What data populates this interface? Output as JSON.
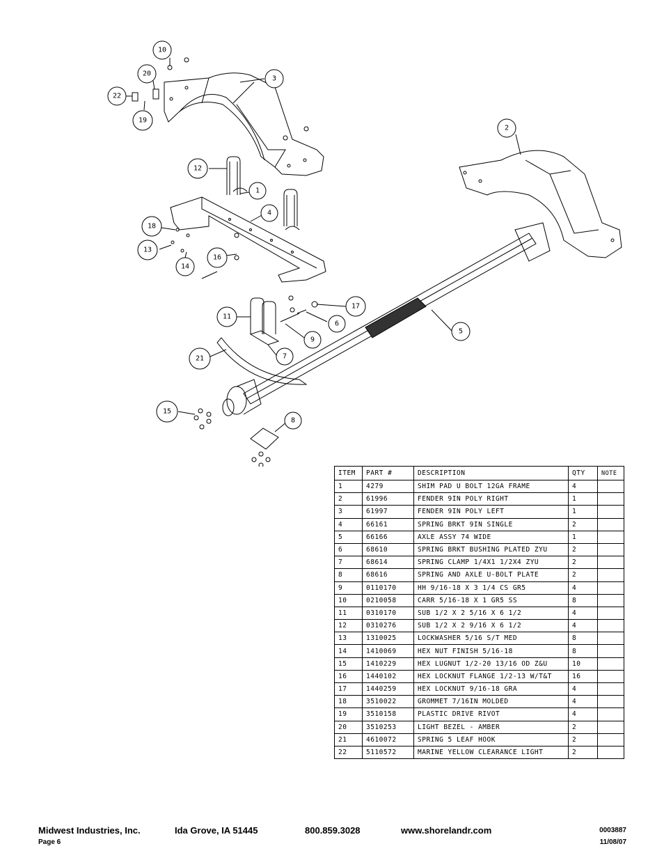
{
  "diagram": {
    "callouts": [
      "10",
      "20",
      "22",
      "19",
      "3",
      "2",
      "12",
      "1",
      "4",
      "18",
      "13",
      "14",
      "16",
      "11",
      "17",
      "6",
      "9",
      "5",
      "21",
      "7",
      "15",
      "8"
    ]
  },
  "table": {
    "headers": [
      "ITEM",
      "PART #",
      "DESCRIPTION",
      "QTY",
      "NOTE"
    ],
    "rows": [
      [
        "1",
        "4279",
        "SHIM PAD   U BOLT 12GA FRAME",
        "4",
        ""
      ],
      [
        "2",
        "61996",
        "FENDER  9IN POLY RIGHT",
        "1",
        ""
      ],
      [
        "3",
        "61997",
        "FENDER  9IN POLY LEFT",
        "1",
        ""
      ],
      [
        "4",
        "66161",
        "SPRING BRKT   9IN SINGLE",
        "2",
        ""
      ],
      [
        "5",
        "66166",
        "AXLE ASSY 74 WIDE",
        "1",
        ""
      ],
      [
        "6",
        "68610",
        "SPRING BRKT BUSHING PLATED ZYU",
        "2",
        ""
      ],
      [
        "7",
        "68614",
        "SPRING CLAMP   1/4X1 1/2X4  ZYU",
        "2",
        ""
      ],
      [
        "8",
        "68616",
        "SPRING AND AXLE U-BOLT PLATE",
        "2",
        ""
      ],
      [
        "9",
        "0110170",
        "HH 9/16-18 X 3 1/4 CS GR5",
        "4",
        ""
      ],
      [
        "10",
        "0210058",
        "CARR 5/16-18 X 1 GR5 SS",
        "8",
        ""
      ],
      [
        "11",
        "0310170",
        "SUB 1/2 X 2 5/16 X 6 1/2",
        "4",
        ""
      ],
      [
        "12",
        "0310276",
        "SUB 1/2 X 2 9/16 X 6 1/2",
        "4",
        ""
      ],
      [
        "13",
        "1310025",
        "LOCKWASHER 5/16 S/T MED",
        "8",
        ""
      ],
      [
        "14",
        "1410069",
        "HEX NUT FINISH 5/16-18",
        "8",
        ""
      ],
      [
        "15",
        "1410229",
        "HEX LUGNUT 1/2-20 13/16 OD Z&U",
        "10",
        ""
      ],
      [
        "16",
        "1440102",
        "HEX LOCKNUT FLANGE 1/2-13 W/T&T",
        "16",
        ""
      ],
      [
        "17",
        "1440259",
        "HEX LOCKNUT 9/16-18 GRA",
        "4",
        ""
      ],
      [
        "18",
        "3510022",
        "GROMMET  7/16IN MOLDED",
        "4",
        ""
      ],
      [
        "19",
        "3510158",
        "PLASTIC DRIVE RIVOT",
        "4",
        ""
      ],
      [
        "20",
        "3510253",
        "LIGHT BEZEL - AMBER",
        "2",
        ""
      ],
      [
        "21",
        "4610072",
        "SPRING  5 LEAF HOOK",
        "2",
        ""
      ],
      [
        "22",
        "5110572",
        "MARINE YELLOW CLEARANCE LIGHT",
        "2",
        ""
      ]
    ]
  },
  "footer": {
    "company": "Midwest Industries, Inc.",
    "city": "Ida Grove, IA  51445",
    "phone": "800.859.3028",
    "website": "www.shorelandr.com",
    "page": "Page 6",
    "doc_number": "0003887",
    "date": "11/08/07"
  }
}
